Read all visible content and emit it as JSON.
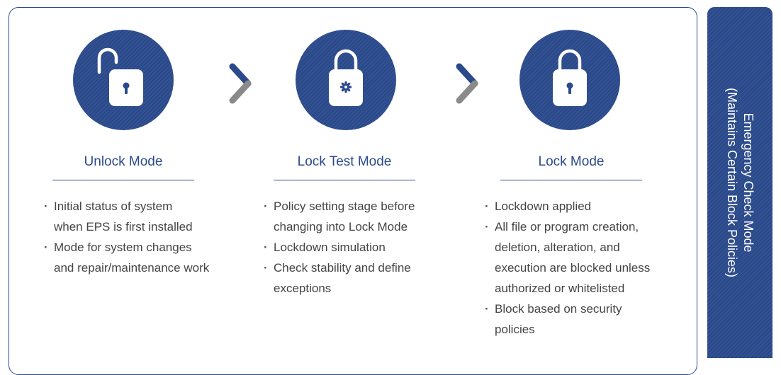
{
  "stages": [
    {
      "title": "Unlock Mode",
      "icon": "unlocked-padlock-icon",
      "bullets": [
        [
          "Initial status of system",
          "when EPS is first installed"
        ],
        [
          "Mode for system changes",
          "and repair/maintenance work"
        ]
      ]
    },
    {
      "title": "Lock Test Mode",
      "icon": "padlock-gear-icon",
      "bullets": [
        [
          "Policy setting stage before",
          "changing into Lock Mode"
        ],
        [
          "Lockdown simulation"
        ],
        [
          "Check stability and define",
          "exceptions"
        ]
      ]
    },
    {
      "title": "Lock Mode",
      "icon": "locked-padlock-icon",
      "bullets": [
        [
          "Lockdown applied"
        ],
        [
          "All file or program creation,",
          "deletion, alteration, and",
          "execution are blocked unless",
          "authorized or whitelisted"
        ],
        [
          "Block based on security",
          "policies"
        ]
      ]
    }
  ],
  "emergency": {
    "line1": "Emergency Check Mode",
    "line2": "(Maintains Certain Block Policies)"
  },
  "bullet_char": "·",
  "colors": {
    "primary": "#2b4a8b",
    "arrow_grey": "#8a8a8a",
    "text": "#444444"
  }
}
